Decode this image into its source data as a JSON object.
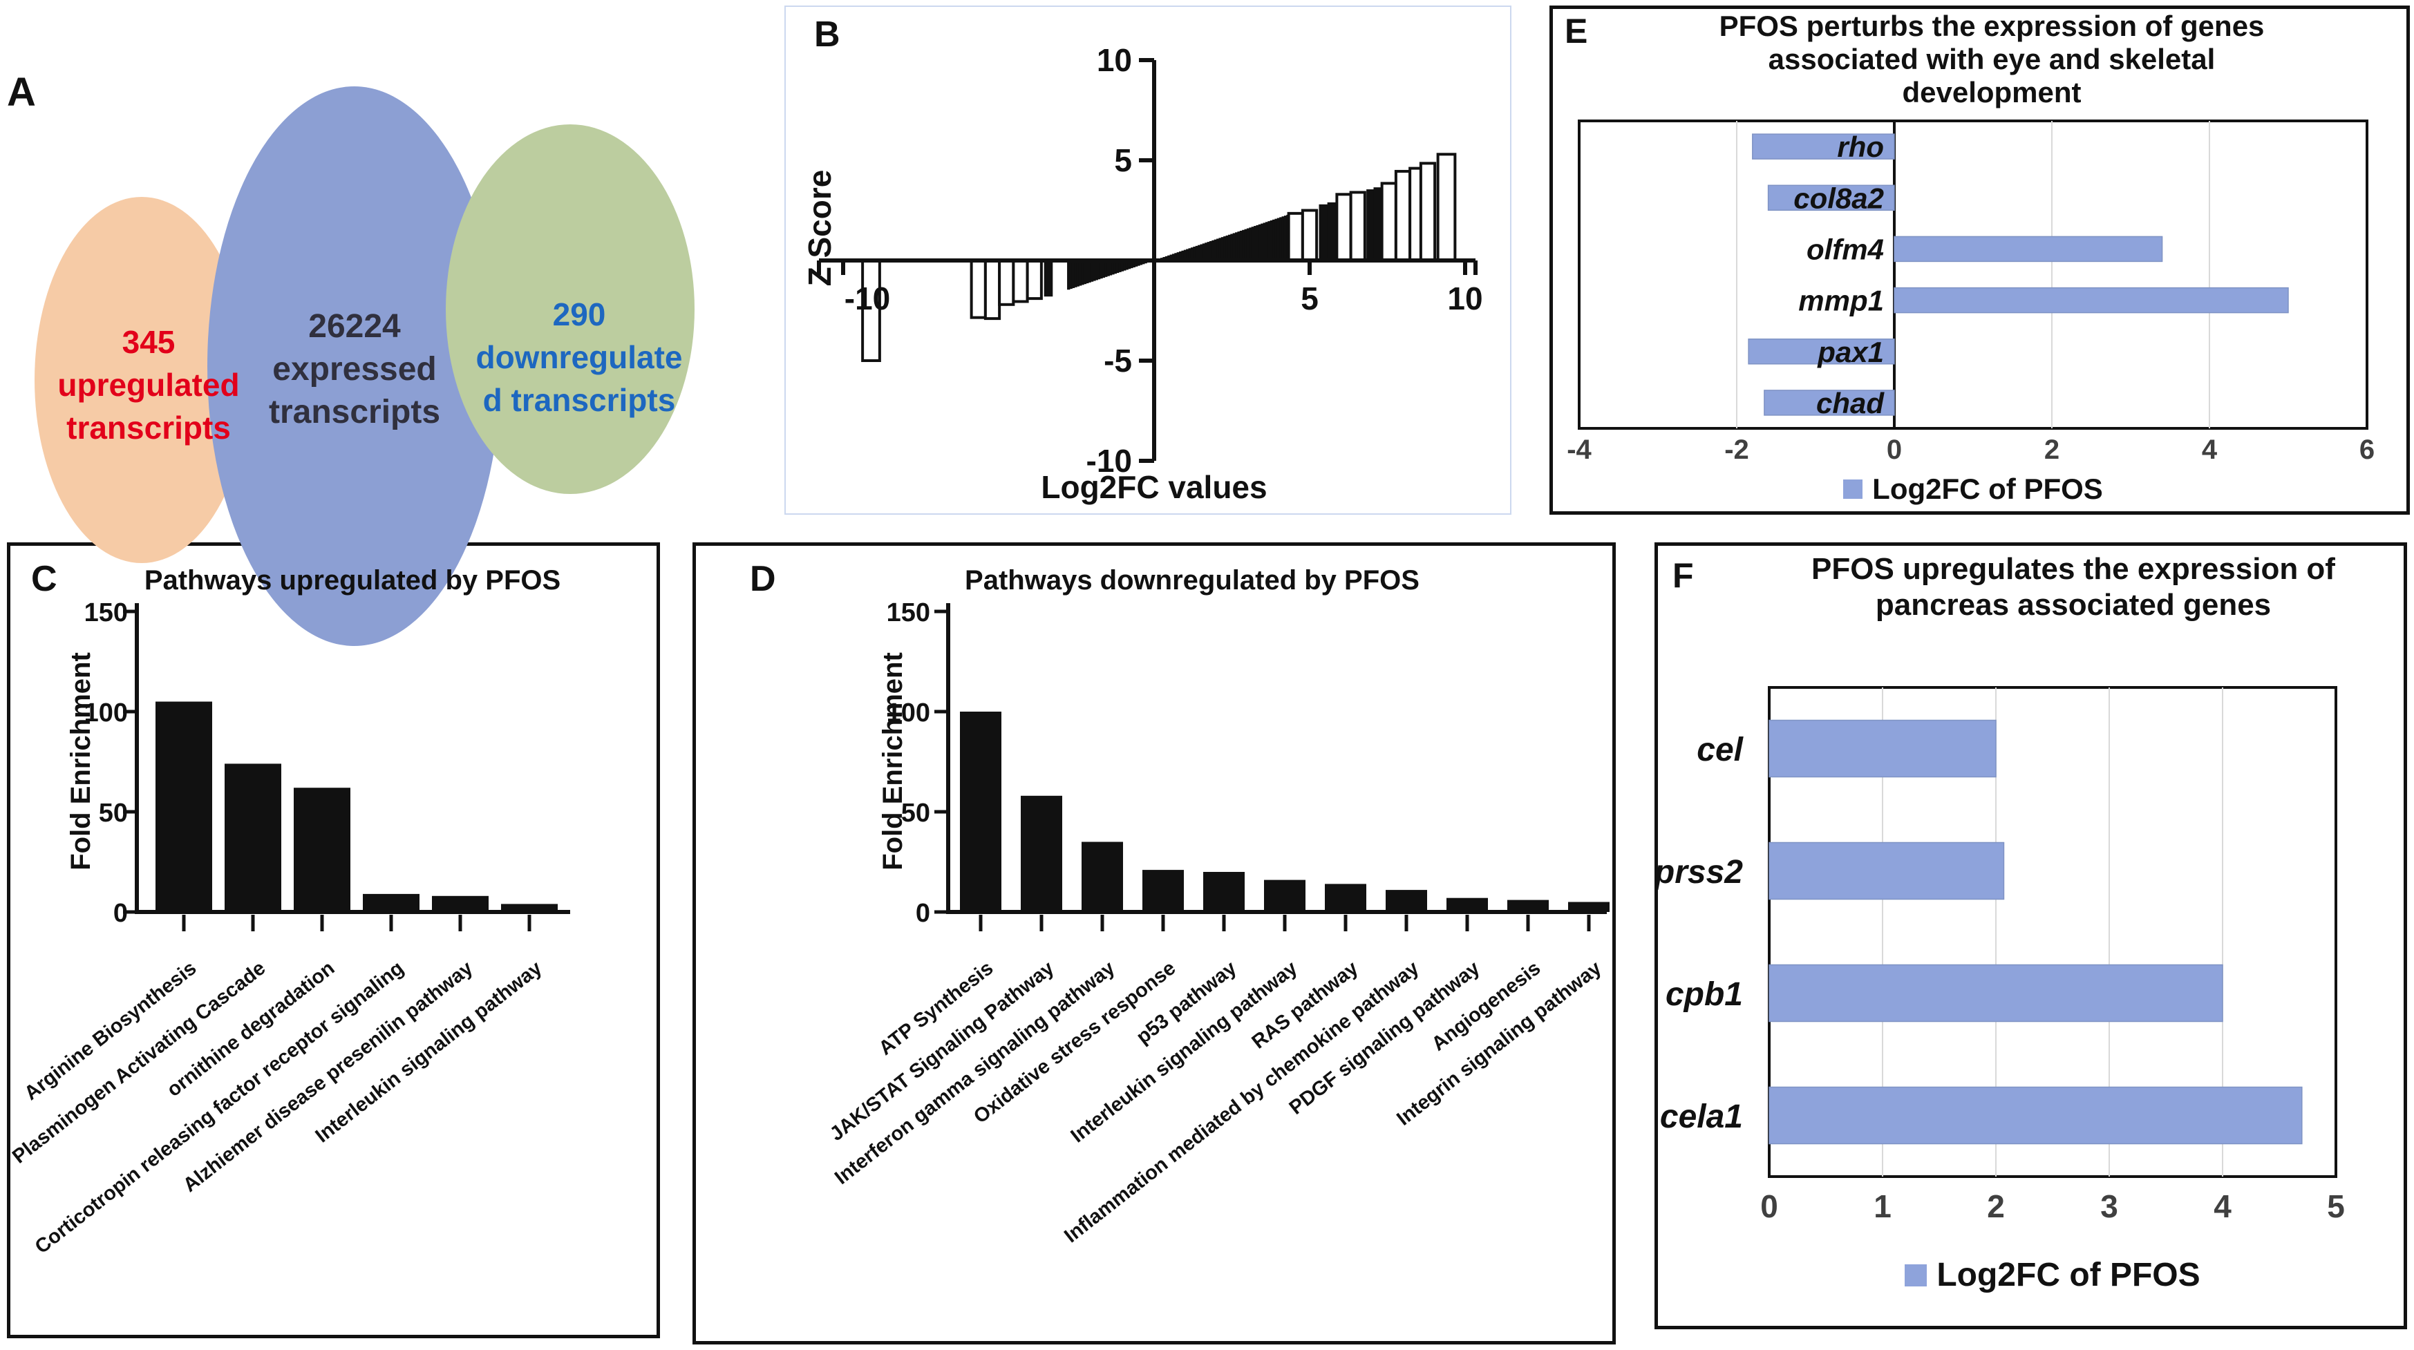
{
  "figure": {
    "panels": {
      "a": {
        "label": "A",
        "sets": [
          {
            "id": "upregulated",
            "fill": "#F6CBA6",
            "text_color": "#E2001A",
            "text": "345\nupregulated\ntranscripts"
          },
          {
            "id": "expressed",
            "fill": "#8C9FD3",
            "text_color": "#30303E",
            "text": "26224\nexpressed\ntranscripts"
          },
          {
            "id": "downregulated",
            "fill": "#BCCD9F",
            "text_color": "#1D67C0",
            "text": "290\ndownregulate\nd transcripts"
          }
        ]
      },
      "b": {
        "label": "B"
      },
      "c": {
        "label": "C"
      },
      "d": {
        "label": "D"
      },
      "e": {
        "label": "E"
      },
      "f": {
        "label": "F"
      }
    }
  },
  "chart_data": [
    {
      "panel": "B",
      "type": "bar",
      "title": "",
      "xlabel": "Log2FC values",
      "ylabel": "Z Score",
      "xlim": [
        -10,
        10
      ],
      "ylim": [
        -10,
        10
      ],
      "xticks": [
        -10,
        5,
        10
      ],
      "yticks": [
        10,
        5,
        -5,
        -10
      ],
      "fan": {
        "x_start": -2.75,
        "x_end": 4.35,
        "step": 0.075,
        "slope": 0.53
      },
      "bars": [
        {
          "x": -9.1,
          "z": -5.0,
          "w": 0.55,
          "style": "outline"
        },
        {
          "x": -5.65,
          "z": -2.85,
          "w": 0.45,
          "style": "outline"
        },
        {
          "x": -5.2,
          "z": -2.9,
          "w": 0.45,
          "style": "outline"
        },
        {
          "x": -4.75,
          "z": -2.2,
          "w": 0.45,
          "style": "outline"
        },
        {
          "x": -4.3,
          "z": -2.05,
          "w": 0.45,
          "style": "outline"
        },
        {
          "x": -3.85,
          "z": -1.9,
          "w": 0.45,
          "style": "outline"
        },
        {
          "x": -3.4,
          "z": -1.8,
          "w": 0.28,
          "style": "solid"
        },
        {
          "x": 4.55,
          "z": 2.35,
          "w": 0.45,
          "style": "outline"
        },
        {
          "x": 5.0,
          "z": 2.5,
          "w": 0.45,
          "style": "outline"
        },
        {
          "x": 5.45,
          "z": 2.8,
          "w": 0.3,
          "style": "solid"
        },
        {
          "x": 5.72,
          "z": 2.9,
          "w": 0.3,
          "style": "solid"
        },
        {
          "x": 6.1,
          "z": 3.3,
          "w": 0.45,
          "style": "outline"
        },
        {
          "x": 6.55,
          "z": 3.4,
          "w": 0.45,
          "style": "outline"
        },
        {
          "x": 6.95,
          "z": 3.55,
          "w": 0.25,
          "style": "solid"
        },
        {
          "x": 7.18,
          "z": 3.65,
          "w": 0.25,
          "style": "solid"
        },
        {
          "x": 7.55,
          "z": 3.85,
          "w": 0.45,
          "style": "outline"
        },
        {
          "x": 8.0,
          "z": 4.45,
          "w": 0.45,
          "style": "outline"
        },
        {
          "x": 8.45,
          "z": 4.6,
          "w": 0.45,
          "style": "outline"
        },
        {
          "x": 8.8,
          "z": 4.85,
          "w": 0.45,
          "style": "outline"
        },
        {
          "x": 9.4,
          "z": 5.3,
          "w": 0.55,
          "style": "outline"
        }
      ]
    },
    {
      "panel": "C",
      "type": "bar",
      "title": "Pathways upregulated by PFOS",
      "ylabel": "Fold Enrichment",
      "ylim": [
        0,
        150
      ],
      "yticks": [
        0,
        50,
        100,
        150
      ],
      "categories": [
        "Arginine Biosynthesis",
        "Plasminogen Activating Cascade",
        "ornithine degradation",
        "Corticotropin releasing factor receptor signaling",
        "Alzhiemer disease presenilin pathway",
        "Interleukin signaling pathway"
      ],
      "values": [
        105,
        74,
        62,
        9,
        8,
        4
      ],
      "bar_color": "#111111"
    },
    {
      "panel": "D",
      "type": "bar",
      "title": "Pathways downregulated by PFOS",
      "ylabel": "Fold Enrichment",
      "ylim": [
        0,
        150
      ],
      "yticks": [
        0,
        50,
        100,
        150
      ],
      "categories": [
        "ATP Synthesis",
        "JAK/STAT Signaling Pathway",
        "Interferon gamma signaling pathway",
        "Oxidative stress response",
        "p53 pathway",
        "Interleukin signaling pathway",
        "RAS pathway",
        "Inflammation mediated by chemokine pathway",
        "PDGF signaling pathway",
        "Angiogenesis",
        "Integrin signaling pathway"
      ],
      "values": [
        100,
        58,
        35,
        21,
        20,
        16,
        14,
        11,
        7,
        6,
        5
      ],
      "bar_color": "#111111"
    },
    {
      "panel": "E",
      "type": "bar-horizontal",
      "title": "PFOS  perturbs the expression of genes\nassociated with eye and skeletal\ndevelopment",
      "xlim": [
        -4,
        6
      ],
      "xticks": [
        -4,
        -2,
        0,
        2,
        4,
        6
      ],
      "categories": [
        "rho",
        "col8a2",
        "olfm4",
        "mmp1",
        "pax1",
        "chad"
      ],
      "values": [
        -1.8,
        -1.6,
        3.4,
        5.0,
        -1.85,
        -1.65
      ],
      "legend": "Log2FC of PFOS",
      "bar_color": "#8EA3DB",
      "grid": true
    },
    {
      "panel": "F",
      "type": "bar-horizontal",
      "title": "PFOS  upregulates the expression of\npancreas associated genes",
      "xlim": [
        0,
        5
      ],
      "xticks": [
        0,
        1,
        2,
        3,
        4,
        5
      ],
      "categories": [
        "cel",
        "prss2",
        "cpb1",
        "cela1"
      ],
      "values": [
        2.0,
        2.07,
        4.0,
        4.7
      ],
      "legend": "Log2FC of PFOS",
      "bar_color": "#8EA3DB",
      "grid": true
    }
  ]
}
